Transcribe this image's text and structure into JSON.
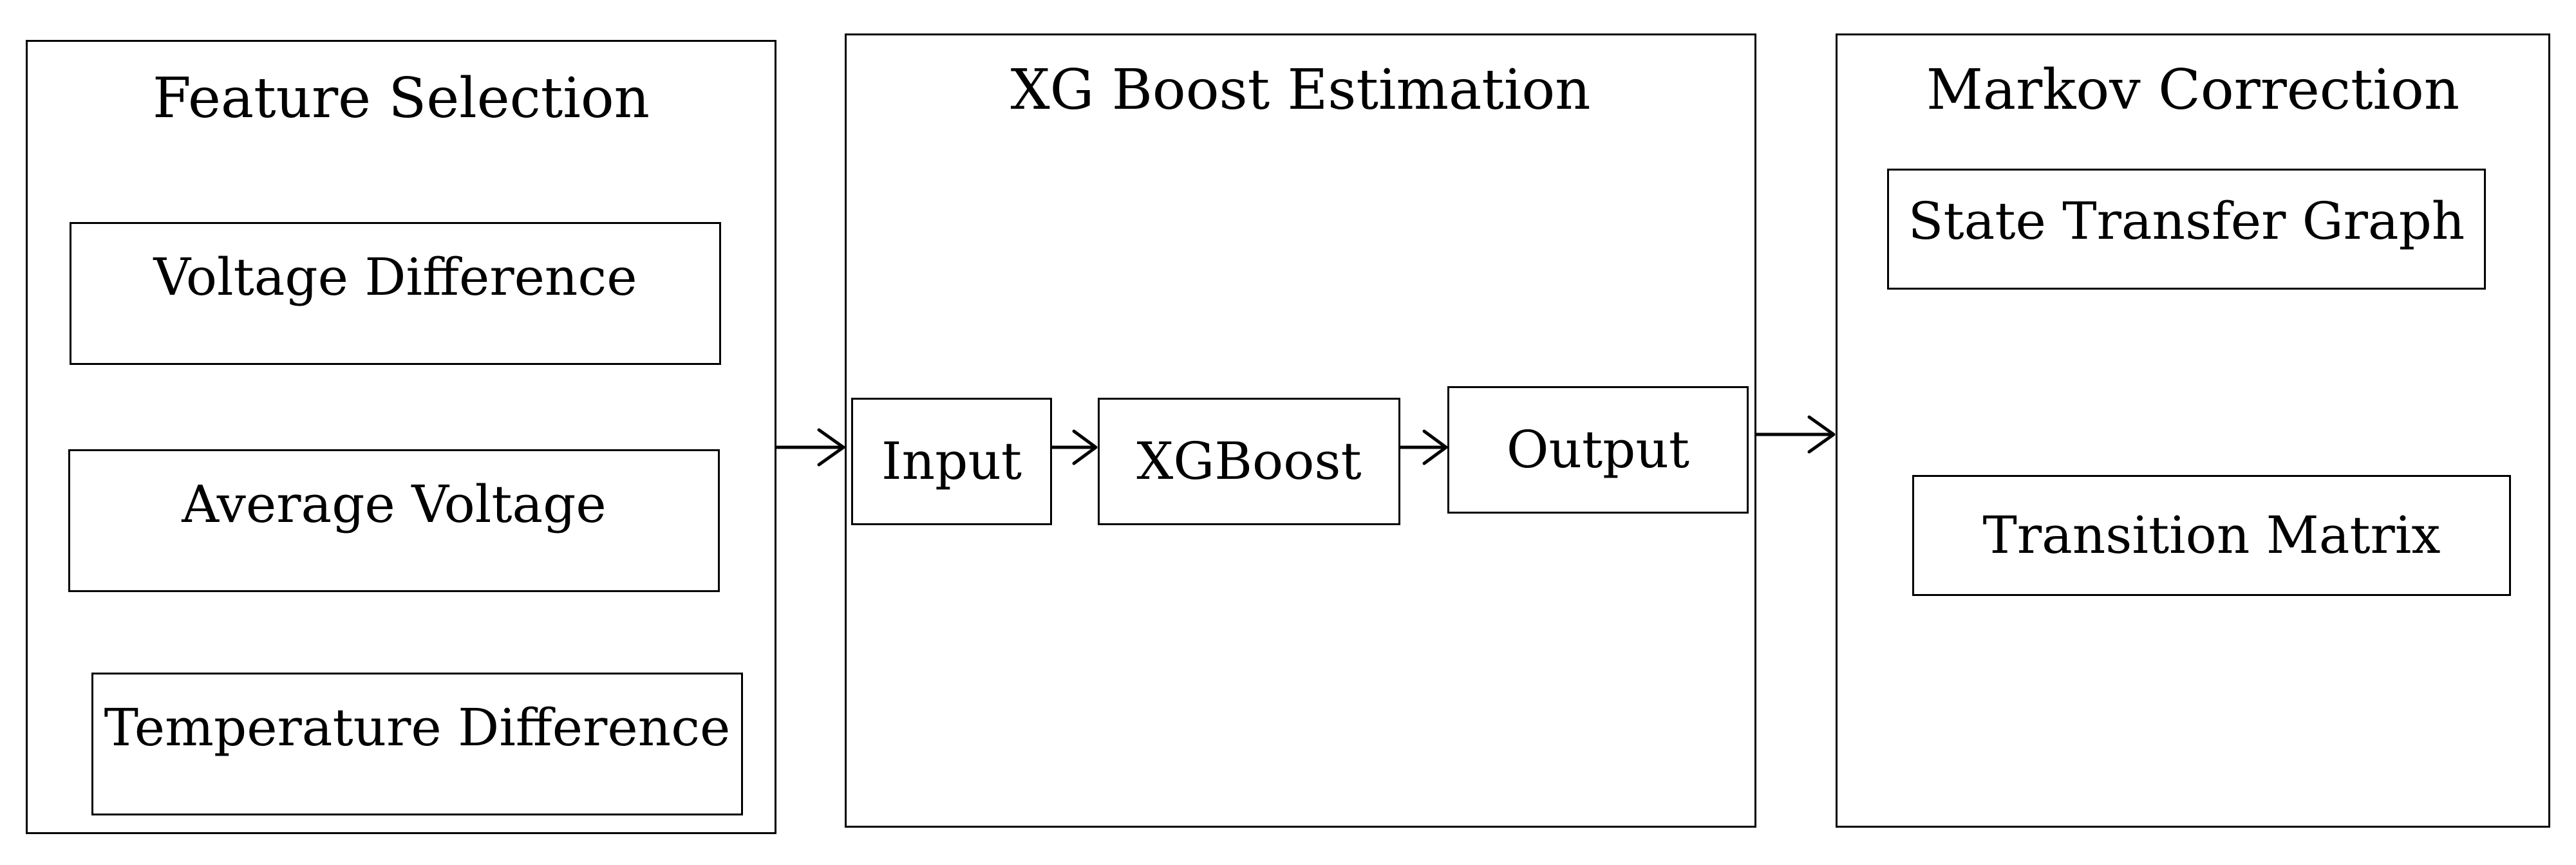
{
  "feature_selection": {
    "title": "Feature Selection",
    "items": [
      "Voltage Difference",
      "Average Voltage",
      "Temperature Difference"
    ]
  },
  "xgboost_estimation": {
    "title": "XG Boost Estimation",
    "steps": [
      "Input",
      "XGBoost",
      "Output"
    ]
  },
  "markov_correction": {
    "title": "Markov Correction",
    "items": [
      "State Transfer Graph",
      "Transition Matrix"
    ]
  }
}
